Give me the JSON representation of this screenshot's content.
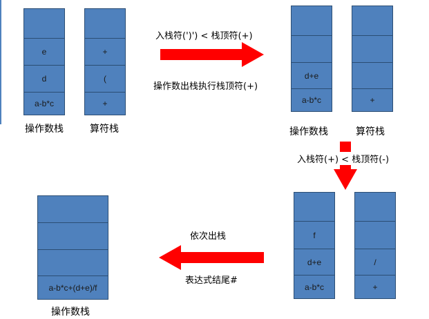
{
  "colors": {
    "cell": "#4f81bd",
    "cell_border": "#2b4d73",
    "arrow": "#ff0000"
  },
  "stage1": {
    "operand": {
      "label": "操作数栈",
      "cells": [
        "",
        "e",
        "d",
        "a-b*c"
      ]
    },
    "operator": {
      "label": "算符栈",
      "cells": [
        "",
        "+",
        "(",
        "+"
      ]
    }
  },
  "stage2": {
    "operand": {
      "label": "操作数栈",
      "cells": [
        "",
        "",
        "d+e",
        "a-b*c"
      ]
    },
    "operator": {
      "label": "算符栈",
      "cells": [
        "",
        "",
        "",
        "+"
      ]
    }
  },
  "stage3": {
    "operand": {
      "cells": [
        "",
        "f",
        "d+e",
        "a-b*c"
      ]
    },
    "operator": {
      "cells": [
        "",
        "",
        "/",
        "+"
      ]
    }
  },
  "stage4": {
    "operand": {
      "label": "操作数栈",
      "cells": [
        "",
        "",
        "",
        "a-b*c+(d+e)/f"
      ]
    }
  },
  "arrows": {
    "right": {
      "line1": "入栈符(')') < 栈顶符(+)",
      "line2": "操作数出栈执行栈顶符(+)"
    },
    "down": {
      "line1": "入栈符(+) < 栈顶符(-)"
    },
    "left": {
      "line1": "依次出栈",
      "line2": "表达式结尾#"
    }
  }
}
